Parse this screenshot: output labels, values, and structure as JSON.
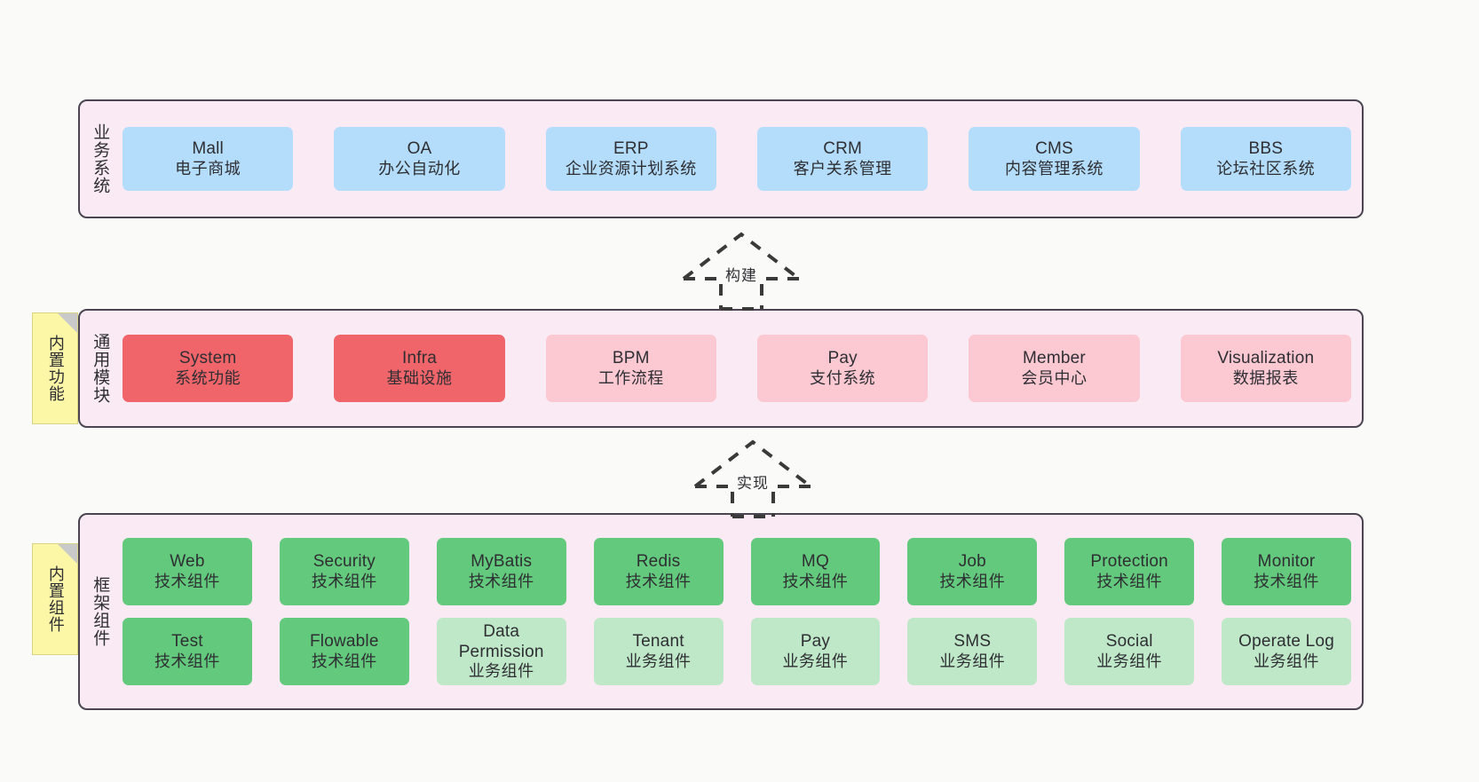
{
  "diagram": {
    "background_color": "#fafaf8",
    "layer_fill": "#faeaf4",
    "layer_border": "#4a4550",
    "colors": {
      "business": "#b3ddfb",
      "module_core": "#f0656a",
      "module_plain": "#fcc8d1",
      "tech_component": "#63c97c",
      "biz_component": "#bfe8c8",
      "note": "#fbf7a6"
    }
  },
  "layers": [
    {
      "id": "business",
      "title": "业务系统",
      "nodes": [
        {
          "en": "Mall",
          "cn": "电子商城",
          "style": "blue"
        },
        {
          "en": "OA",
          "cn": "办公自动化",
          "style": "blue"
        },
        {
          "en": "ERP",
          "cn": "企业资源计划系统",
          "style": "blue"
        },
        {
          "en": "CRM",
          "cn": "客户关系管理",
          "style": "blue"
        },
        {
          "en": "CMS",
          "cn": "内容管理系统",
          "style": "blue"
        },
        {
          "en": "BBS",
          "cn": "论坛社区系统",
          "style": "blue"
        }
      ]
    },
    {
      "id": "common",
      "title": "通用模块",
      "note": "内置功能",
      "nodes": [
        {
          "en": "System",
          "cn": "系统功能",
          "style": "red"
        },
        {
          "en": "Infra",
          "cn": "基础设施",
          "style": "red"
        },
        {
          "en": "BPM",
          "cn": "工作流程",
          "style": "pink"
        },
        {
          "en": "Pay",
          "cn": "支付系统",
          "style": "pink"
        },
        {
          "en": "Member",
          "cn": "会员中心",
          "style": "pink"
        },
        {
          "en": "Visualization",
          "cn": "数据报表",
          "style": "pink"
        }
      ]
    },
    {
      "id": "framework",
      "title": "框架组件",
      "note": "内置组件",
      "rows": [
        [
          {
            "en": "Web",
            "cn": "技术组件",
            "style": "green"
          },
          {
            "en": "Security",
            "cn": "技术组件",
            "style": "green"
          },
          {
            "en": "MyBatis",
            "cn": "技术组件",
            "style": "green"
          },
          {
            "en": "Redis",
            "cn": "技术组件",
            "style": "green"
          },
          {
            "en": "MQ",
            "cn": "技术组件",
            "style": "green"
          },
          {
            "en": "Job",
            "cn": "技术组件",
            "style": "green"
          },
          {
            "en": "Protection",
            "cn": "技术组件",
            "style": "green"
          },
          {
            "en": "Monitor",
            "cn": "技术组件",
            "style": "green"
          }
        ],
        [
          {
            "en": "Test",
            "cn": "技术组件",
            "style": "green"
          },
          {
            "en": "Flowable",
            "cn": "技术组件",
            "style": "green"
          },
          {
            "en": "Data Permission",
            "cn": "业务组件",
            "style": "lgreen"
          },
          {
            "en": "Tenant",
            "cn": "业务组件",
            "style": "lgreen"
          },
          {
            "en": "Pay",
            "cn": "业务组件",
            "style": "lgreen"
          },
          {
            "en": "SMS",
            "cn": "业务组件",
            "style": "lgreen"
          },
          {
            "en": "Social",
            "cn": "业务组件",
            "style": "lgreen"
          },
          {
            "en": "Operate Log",
            "cn": "业务组件",
            "style": "lgreen"
          }
        ]
      ]
    }
  ],
  "connectors": [
    {
      "id": "build",
      "label": "构建",
      "from": "common",
      "to": "business"
    },
    {
      "id": "implement",
      "label": "实现",
      "from": "framework",
      "to": "common"
    }
  ]
}
